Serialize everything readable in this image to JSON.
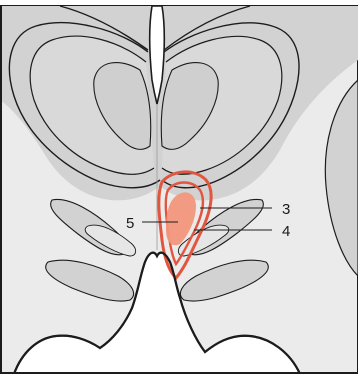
{
  "labels": {
    "label_3": "3",
    "label_4": "4",
    "label_5": "5"
  },
  "colors": {
    "tissue_dark": "#d2d2d2",
    "tissue_light": "#ebebeb",
    "outline": "#1c1c1c",
    "highlight_ring": "#e2563f",
    "highlight_fill": "#f2967c",
    "background": "#ffffff"
  }
}
